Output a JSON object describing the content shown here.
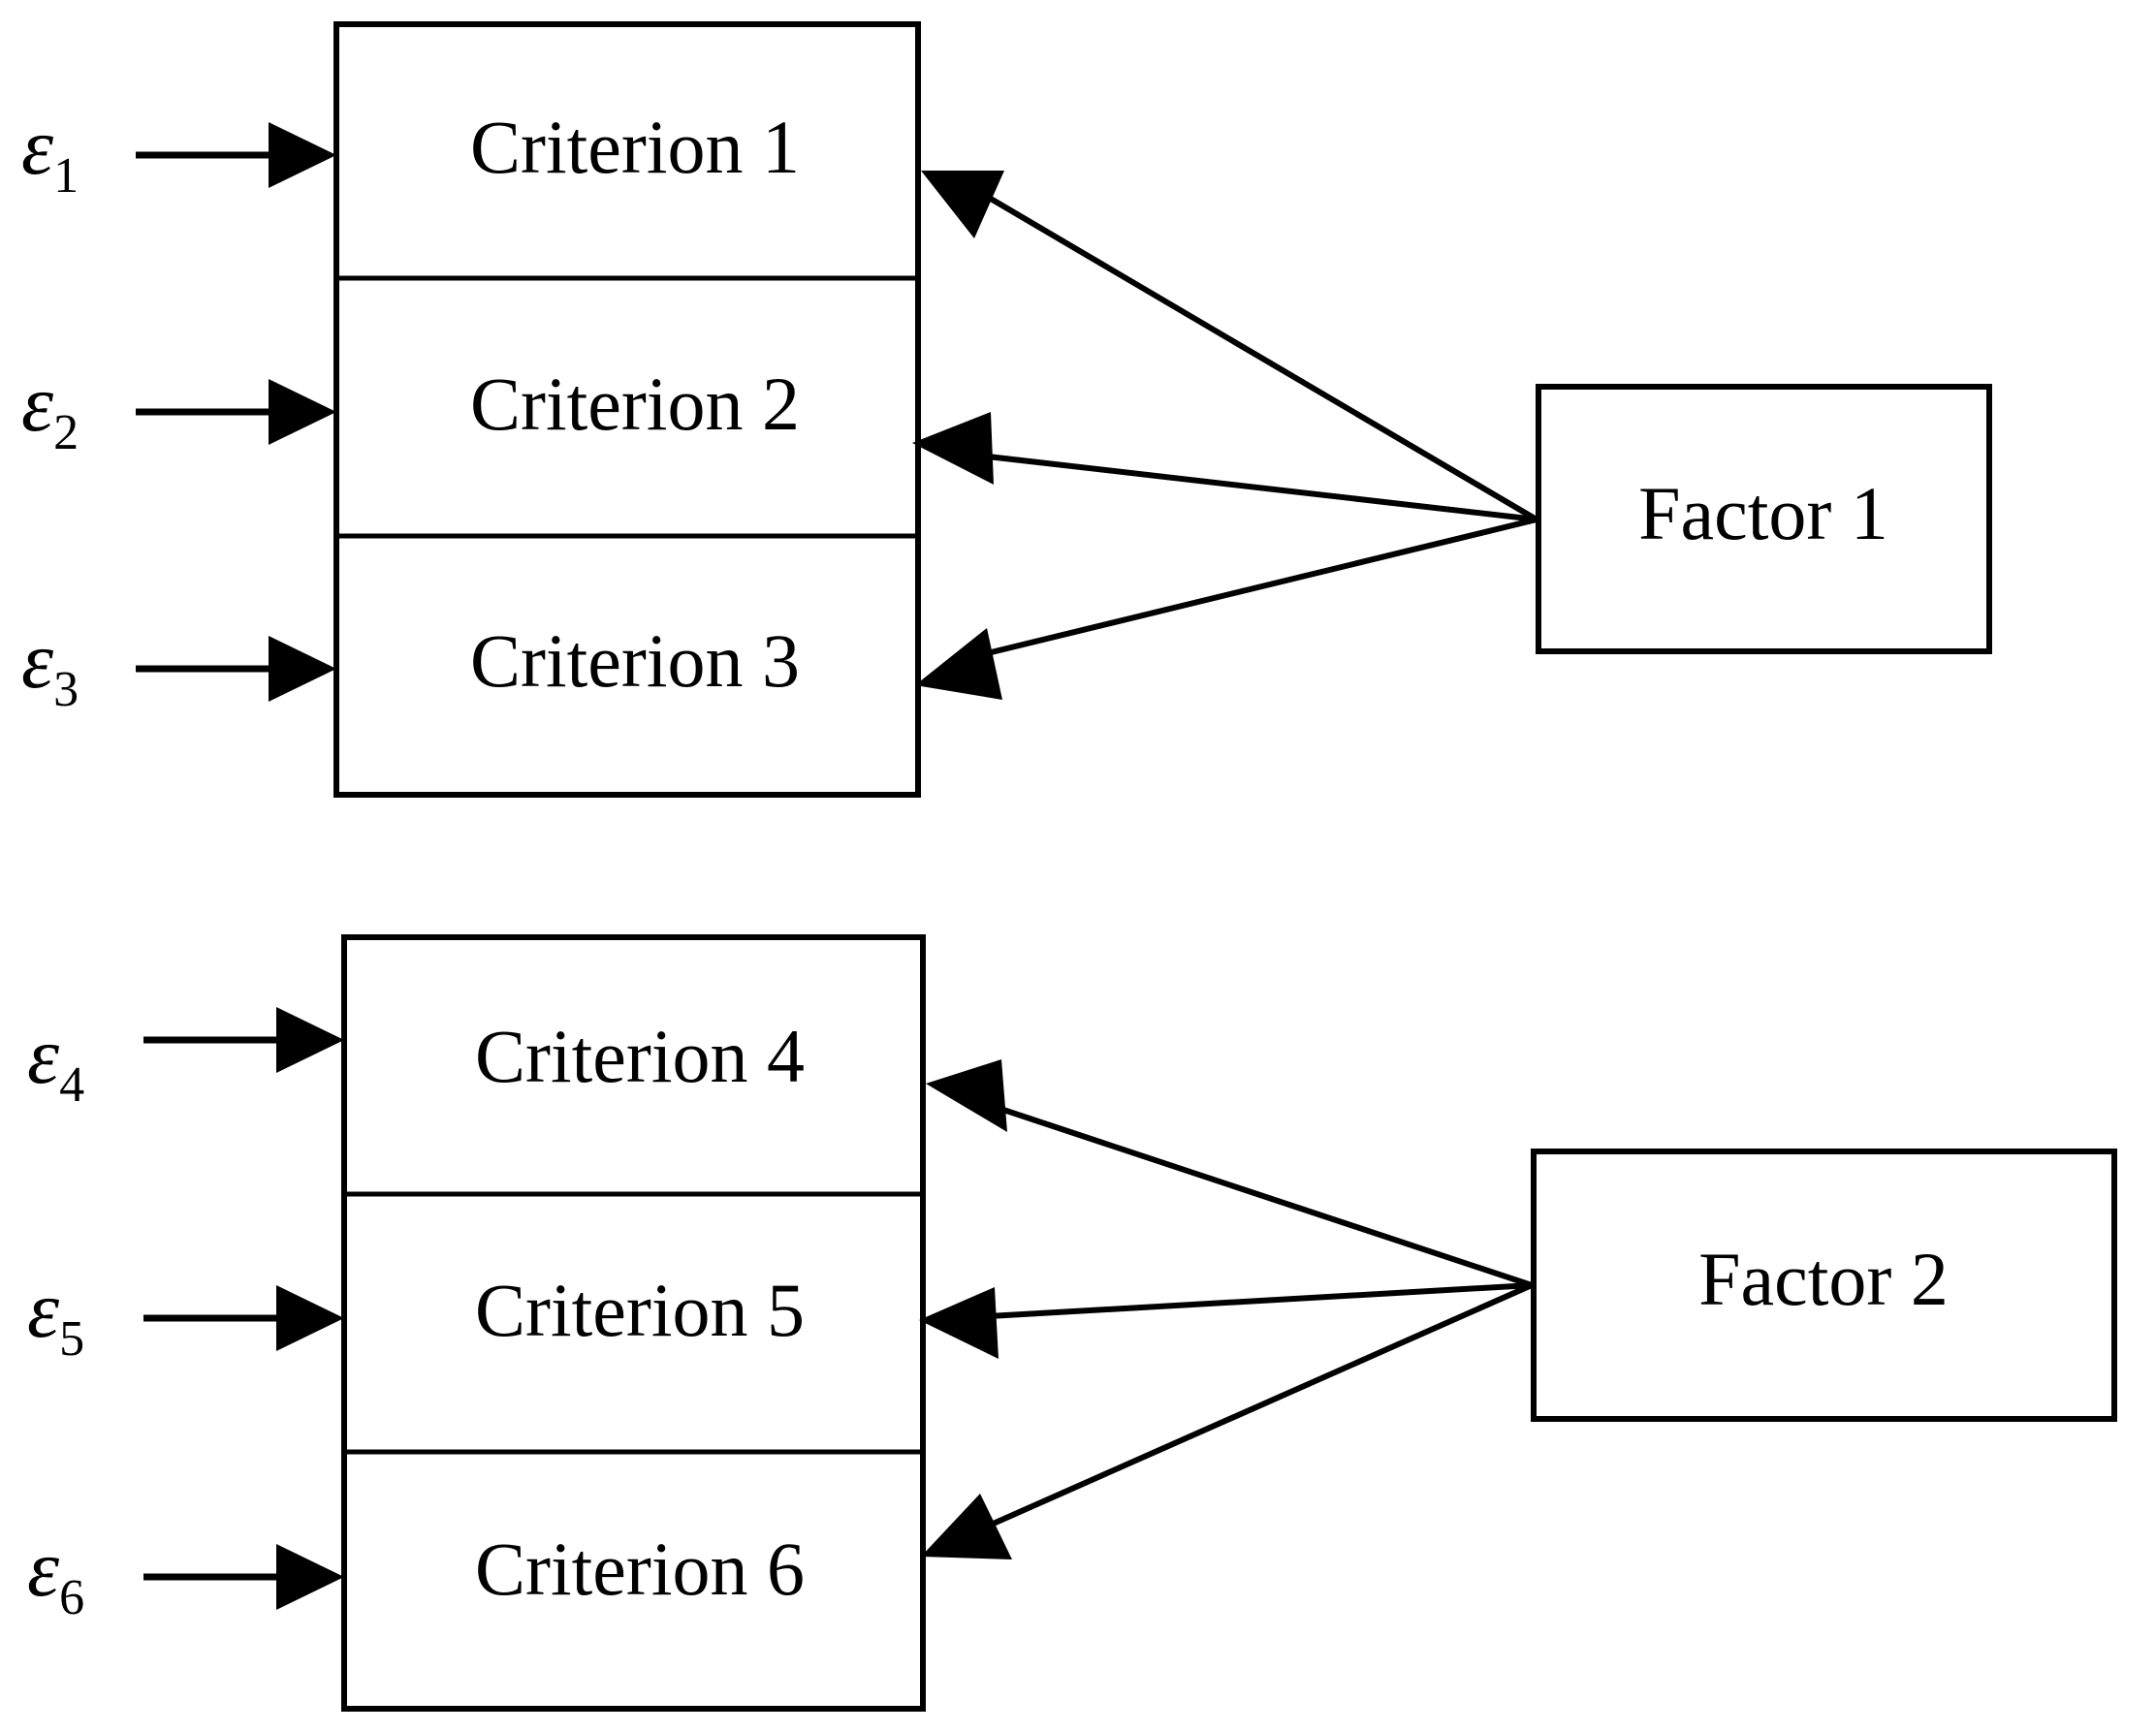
{
  "figure": {
    "type": "path-diagram",
    "description": "Two-factor confirmatory factor analysis measurement model",
    "background_color": "#ffffff",
    "line_color": "#000000"
  },
  "groups": [
    {
      "id": "group-1",
      "factor": {
        "label": "Factor 1"
      },
      "indicators": [
        {
          "label": "Criterion 1",
          "error": {
            "symbol": "ε",
            "subscript": "1"
          }
        },
        {
          "label": "Criterion 2",
          "error": {
            "symbol": "ε",
            "subscript": "2"
          }
        },
        {
          "label": "Criterion 3",
          "error": {
            "symbol": "ε",
            "subscript": "3"
          }
        }
      ]
    },
    {
      "id": "group-2",
      "factor": {
        "label": "Factor 2"
      },
      "indicators": [
        {
          "label": "Criterion 4",
          "error": {
            "symbol": "ε",
            "subscript": "4"
          }
        },
        {
          "label": "Criterion 5",
          "error": {
            "symbol": "ε",
            "subscript": "5"
          }
        },
        {
          "label": "Criterion 6",
          "error": {
            "symbol": "ε",
            "subscript": "6"
          }
        }
      ]
    }
  ]
}
